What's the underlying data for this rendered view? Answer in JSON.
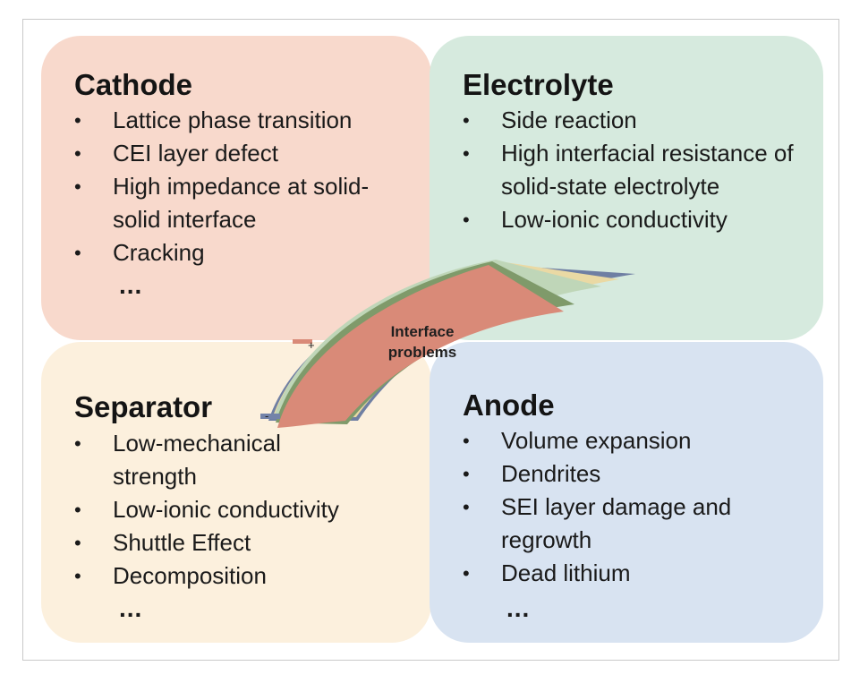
{
  "cathode": {
    "title": "Cathode",
    "items": [
      "Lattice phase transition",
      "CEI layer defect",
      "High impedance at solid-solid interface",
      "Cracking"
    ],
    "ellipsis": "..."
  },
  "electrolyte": {
    "title": "Electrolyte",
    "items": [
      "Side reaction",
      "High interfacial resistance of solid-state electrolyte",
      "Low-ionic conductivity"
    ],
    "ellipsis": "..."
  },
  "separator": {
    "title": "Separator",
    "items": [
      "Low-mechanical strength",
      "Low-ionic conductivity",
      "Shuttle Effect",
      "Decomposition"
    ],
    "ellipsis": "..."
  },
  "anode": {
    "title": "Anode",
    "items": [
      "Volume expansion",
      "Dendrites",
      "SEI layer damage and regrowth",
      "Dead lithium"
    ],
    "ellipsis": "..."
  },
  "arrow": {
    "label_line1": "Interface",
    "label_line2": "problems",
    "plus_sign": "+",
    "minus_sign": "-"
  },
  "colors": {
    "cathode_bg": "#f8d9cc",
    "electrolyte_bg": "#d6eade",
    "separator_bg": "#fcf0dd",
    "anode_bg": "#d8e3f1",
    "arrow_layer_top": "#d98a78",
    "arrow_layer_green": "#7f9a6a",
    "arrow_layer_yellow": "#ead9a4",
    "arrow_layer_blue": "#6f7fa3"
  }
}
